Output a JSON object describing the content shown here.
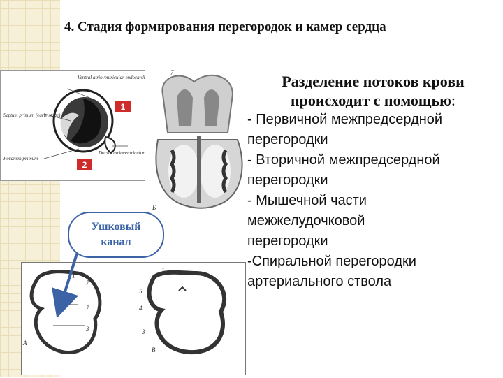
{
  "title": "4. Стадия формирования перегородок и камер сердца",
  "figure1": {
    "labels": {
      "ventral": "Ventral atrioventricular endocardial cushion",
      "septum_primum": "Septum primum (early stage)",
      "foramen_primum": "Foramen primum",
      "dorsal": "Dorsal atrioventricular endocardial cushion"
    },
    "badge1": "1",
    "badge2": "2"
  },
  "figure2": {
    "number": "7",
    "letter": "Б",
    "letter2": "В"
  },
  "figure3": {
    "marks": [
      "1",
      "7",
      "7",
      "3",
      "1",
      "5",
      "4",
      "3",
      "А",
      "В"
    ]
  },
  "canal_label": "Ушковый\nканал",
  "description": {
    "heading_line1": "Разделение потоков крови",
    "heading_line2": "происходит с помощью",
    "heading_colon": ":",
    "items": [
      "- Первичной межпредсердной",
      "перегородки",
      "- Вторичной межпредсердной",
      "перегородки",
      "- Мышечной части",
      "межжелудочковой",
      "перегородки",
      "-Спиральной перегородки",
      "артериального ствола"
    ]
  },
  "colors": {
    "accent_blue": "#3b63a6",
    "badge_red": "#cf2b2b",
    "strip": "#f6f0d8"
  }
}
